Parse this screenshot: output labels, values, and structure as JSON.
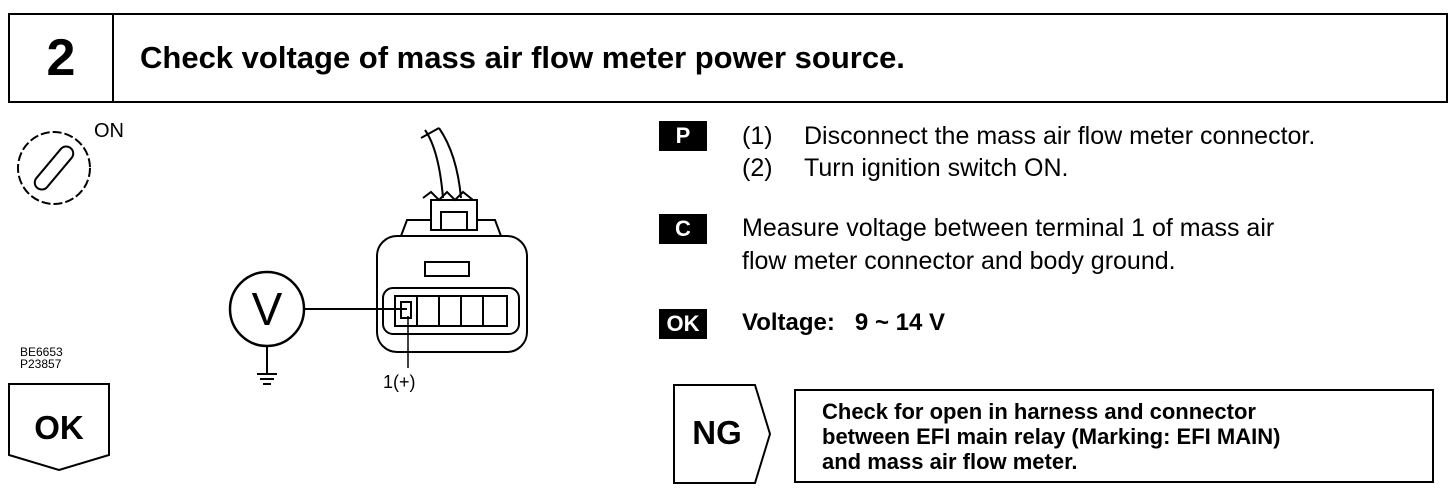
{
  "header": {
    "step_number": "2",
    "title": "Check voltage of mass air flow meter power source."
  },
  "figure": {
    "ignition_label": "ON",
    "meter_symbol": "V",
    "terminal_label": "1(+)",
    "figure_codes": [
      "BE6653",
      "P23857"
    ]
  },
  "procedure": {
    "prep_badge": "P",
    "steps": [
      {
        "num": "(1)",
        "text": "Disconnect the mass air flow meter connector."
      },
      {
        "num": "(2)",
        "text": "Turn ignition switch ON."
      }
    ],
    "check_badge": "C",
    "check_lines": [
      "Measure voltage between terminal 1 of mass air",
      "flow meter connector and body ground."
    ],
    "ok_badge": "OK",
    "spec_label": "Voltage:",
    "spec_value": "9 ~ 14 V"
  },
  "results": {
    "ok_label": "OK",
    "ng_label": "NG",
    "ng_lines": [
      "Check for open in harness and connector",
      "between EFI main relay (Marking: EFI MAIN)",
      "and mass air flow meter."
    ]
  }
}
